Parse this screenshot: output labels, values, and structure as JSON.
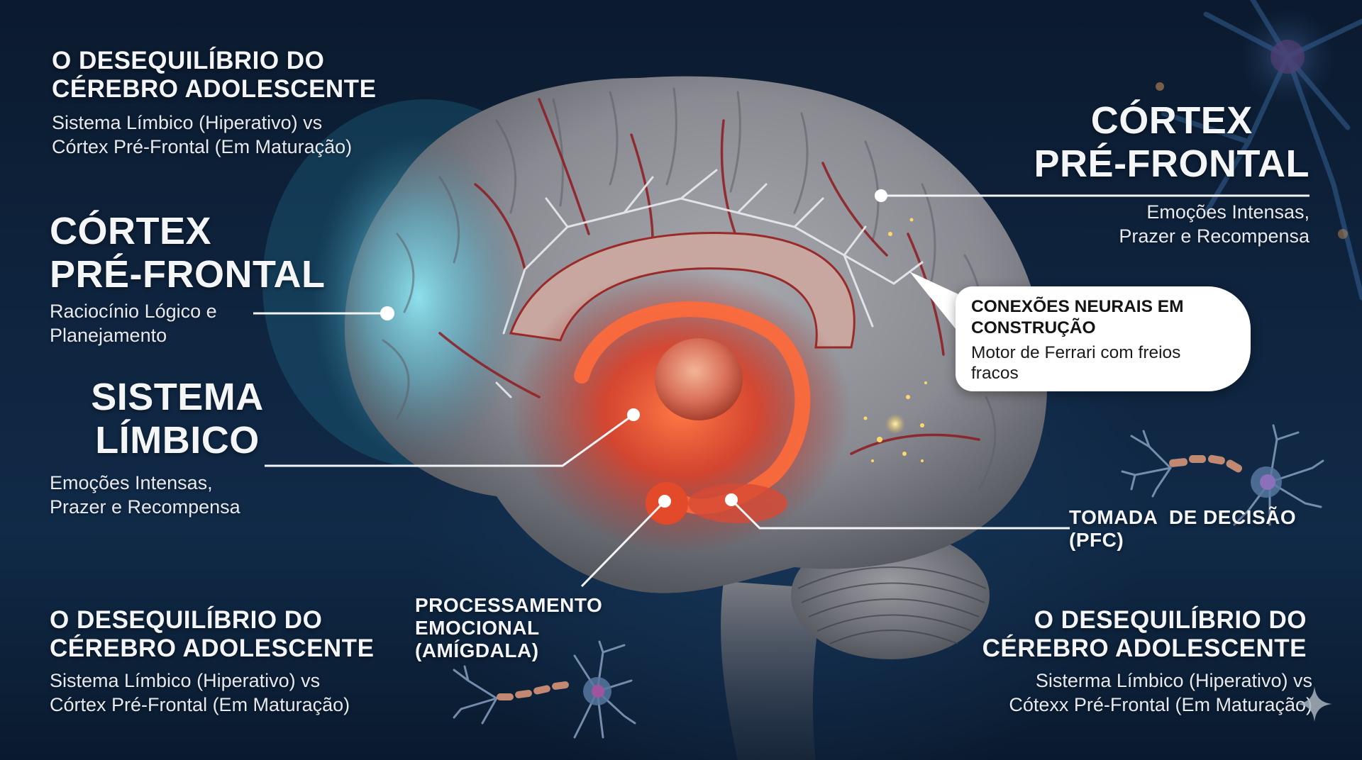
{
  "infographic": {
    "top_left": {
      "title_line1": "O DESEQUILÍBRIO DO",
      "title_line2": "CÉREBRO ADOLESCENTE",
      "subtitle_line1": "Sistema Límbico (Hiperativo) vs",
      "subtitle_line2": "Córtex Pré-Frontal (Em Maturação)"
    },
    "left_prefrontal": {
      "title_line1": "CÓRTEX",
      "title_line2": "PRÉ-FRONTAL",
      "subtitle_line1": "Raciocínio Lógico e",
      "subtitle_line2": "Planejamento"
    },
    "limbic": {
      "title_line1": "SISTEMA",
      "title_line2": "LÍMBICO",
      "subtitle_line1": "Emoções Intensas,",
      "subtitle_line2": "Prazer e Recompensa"
    },
    "right_prefrontal": {
      "title_line1": "CÓRTEX",
      "title_line2": "PRÉ-FRONTAL",
      "subtitle_line1": "Emoções Intensas,",
      "subtitle_line2": "Prazer e Recompensa"
    },
    "callout": {
      "title_line1": "CONEXÕES NEURAIS EM",
      "title_line2": "CONSTRUÇÃO",
      "body_line1": "Motor de Ferrari com freios",
      "body_line2": "fracos"
    },
    "decision": {
      "line1": "TOMADA  DE DECISÃO",
      "line2": "(PFC)"
    },
    "amygdala": {
      "line1": "PROCESSAMENTO",
      "line2": "EMOCIONAL",
      "line3": "(AMÍGDALA)"
    },
    "bottom_left": {
      "title_line1": "O DESEQUILÍBRIO DO",
      "title_line2": "CÉREBRO ADOLESCENTE",
      "subtitle_line1": "Sistema Límbico (Hiperativo) vs",
      "subtitle_line2": "Córtex Pré-Frontal (Em Maturação)"
    },
    "bottom_right": {
      "title_line1": "O DESEQUILÍBRIO DO",
      "title_line2": "CÉREBRO ADOLESCENTE",
      "subtitle_line1": "Sisterma Límbico (Hiperativo) vs",
      "subtitle_line2": "Cótexx Pré-Frontal (Em Maturação)"
    },
    "icons": {
      "brain": "brain-illustration",
      "neurons": [
        "neuron-icon-right",
        "neuron-icon-bottom",
        "neuron-icon-background"
      ],
      "watermark": "sparkle-icon"
    },
    "colors": {
      "background": "#0f2540",
      "prefrontal_glow": "#6fd3e6",
      "limbic_glow": "#e8412a",
      "cortex_gray": "#8c8d93",
      "vessel_red": "#9b1c22",
      "text": "#f4f5f7",
      "callout_bg": "#ffffff"
    }
  }
}
